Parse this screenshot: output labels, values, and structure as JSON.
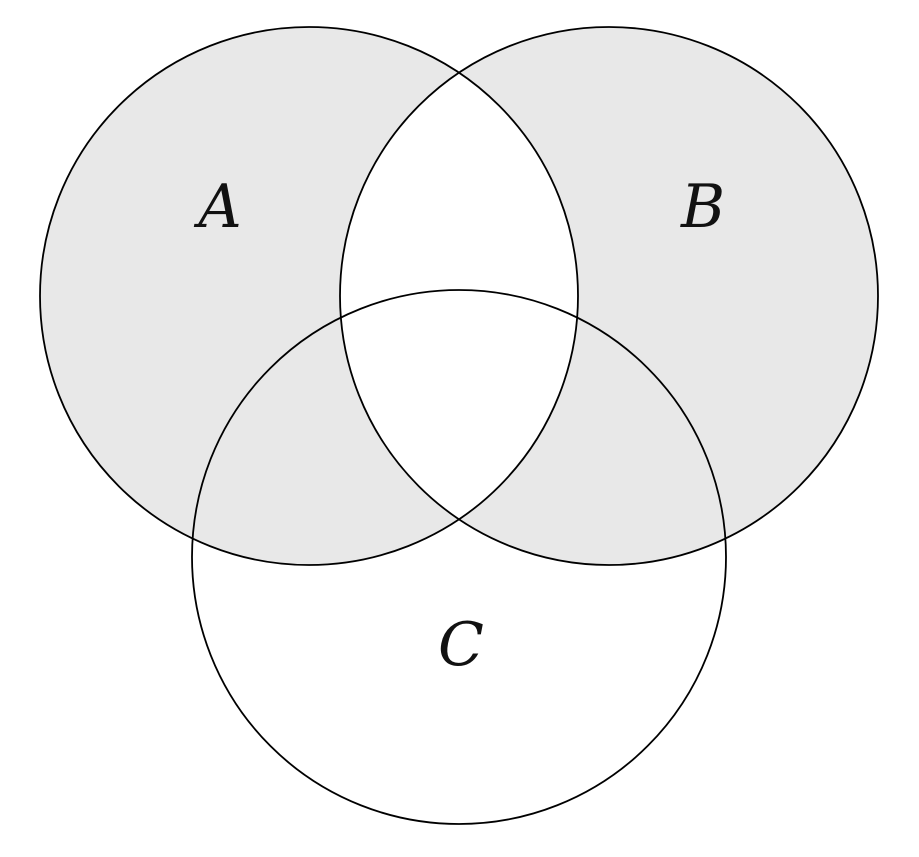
{
  "diagram": {
    "type": "venn-3-set",
    "description": "Three overlapping circles; the symmetric difference of A and B is shaded (regions belonging to exactly one of A or B, including their overlaps with C); the A-and-B lens and the C-only region are unshaded.",
    "sets": [
      {
        "label": "A",
        "shaded": true
      },
      {
        "label": "B",
        "shaded": true
      },
      {
        "label": "C",
        "shaded": false
      }
    ],
    "colors": {
      "shaded_fill": "#e8e8e8",
      "stroke": "#000000",
      "background": "#ffffff",
      "label_text": "#111111"
    }
  }
}
